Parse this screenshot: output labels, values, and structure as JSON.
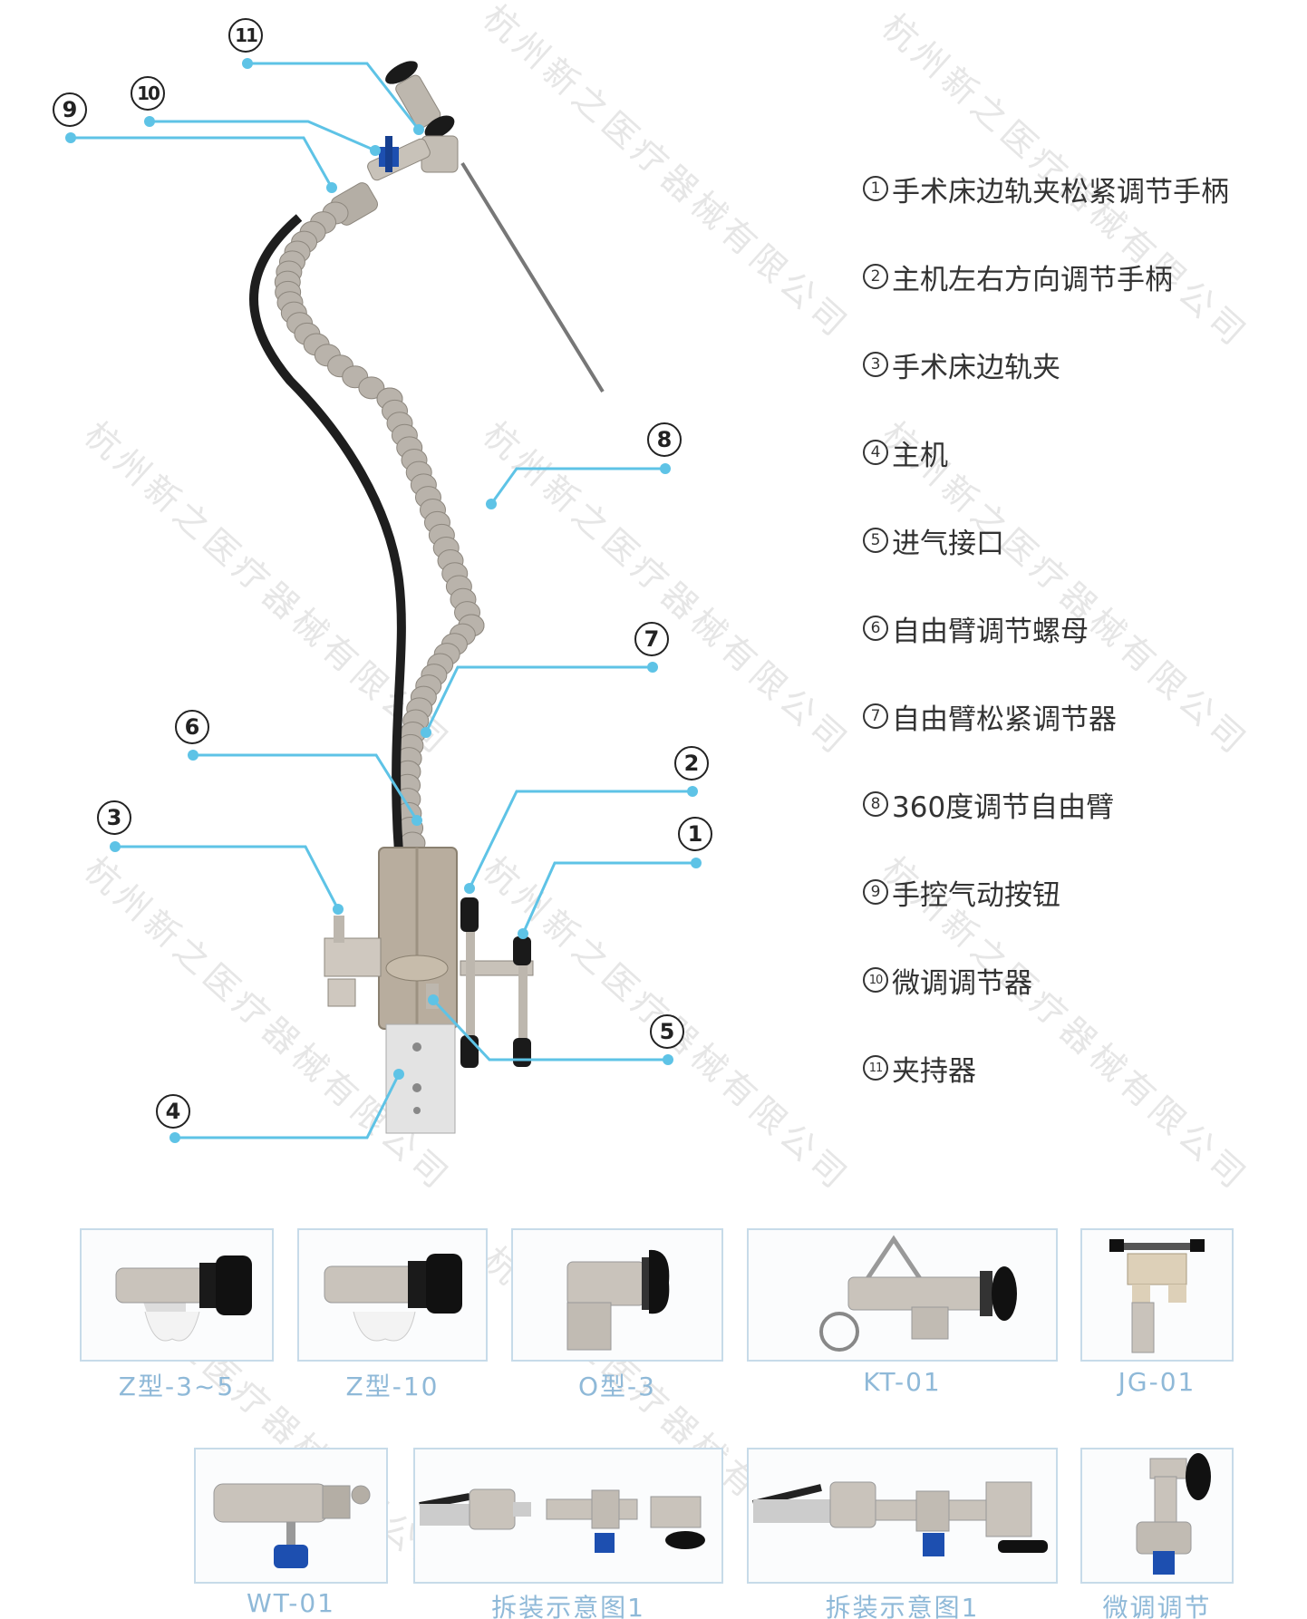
{
  "watermark": "杭州新之医疗器械有限公司",
  "callouts": [
    "⑪",
    "⑩",
    "⑨",
    "⑧",
    "⑦",
    "⑥",
    "②",
    "③",
    "①",
    "⑤",
    "④"
  ],
  "callout_numbers": [
    "11",
    "10",
    "9",
    "8",
    "7",
    "6",
    "2",
    "3",
    "1",
    "5",
    "4"
  ],
  "legend": [
    {
      "n": "1",
      "text": "手术床边轨夹松紧调节手柄"
    },
    {
      "n": "2",
      "text": "主机左右方向调节手柄"
    },
    {
      "n": "3",
      "text": "手术床边轨夹"
    },
    {
      "n": "4",
      "text": "主机"
    },
    {
      "n": "5",
      "text": "进气接口"
    },
    {
      "n": "6",
      "text": "自由臂调节螺母"
    },
    {
      "n": "7",
      "text": "自由臂松紧调节器"
    },
    {
      "n": "8",
      "text": "360度调节自由臂"
    },
    {
      "n": "9",
      "text": "手控气动按钮"
    },
    {
      "n": "10",
      "text": "微调调节器"
    },
    {
      "n": "11",
      "text": "夹持器"
    }
  ],
  "products_row1": [
    {
      "label": "Z型-3~5"
    },
    {
      "label": "Z型-10"
    },
    {
      "label": "O型-3"
    },
    {
      "label": "KT-01"
    },
    {
      "label": "JG-01"
    }
  ],
  "products_row2": [
    {
      "label": "WT-01"
    },
    {
      "label": "拆装示意图1"
    },
    {
      "label": "拆装示意图1"
    },
    {
      "label": "微调调节"
    }
  ],
  "colors": {
    "callout_line": "#5ec3e6",
    "caption": "#8fb9d8",
    "frame": "#c7dbe9",
    "metal": "#b9b3ab",
    "knob": "#1a1a1a",
    "valve": "#1d4fb0"
  }
}
